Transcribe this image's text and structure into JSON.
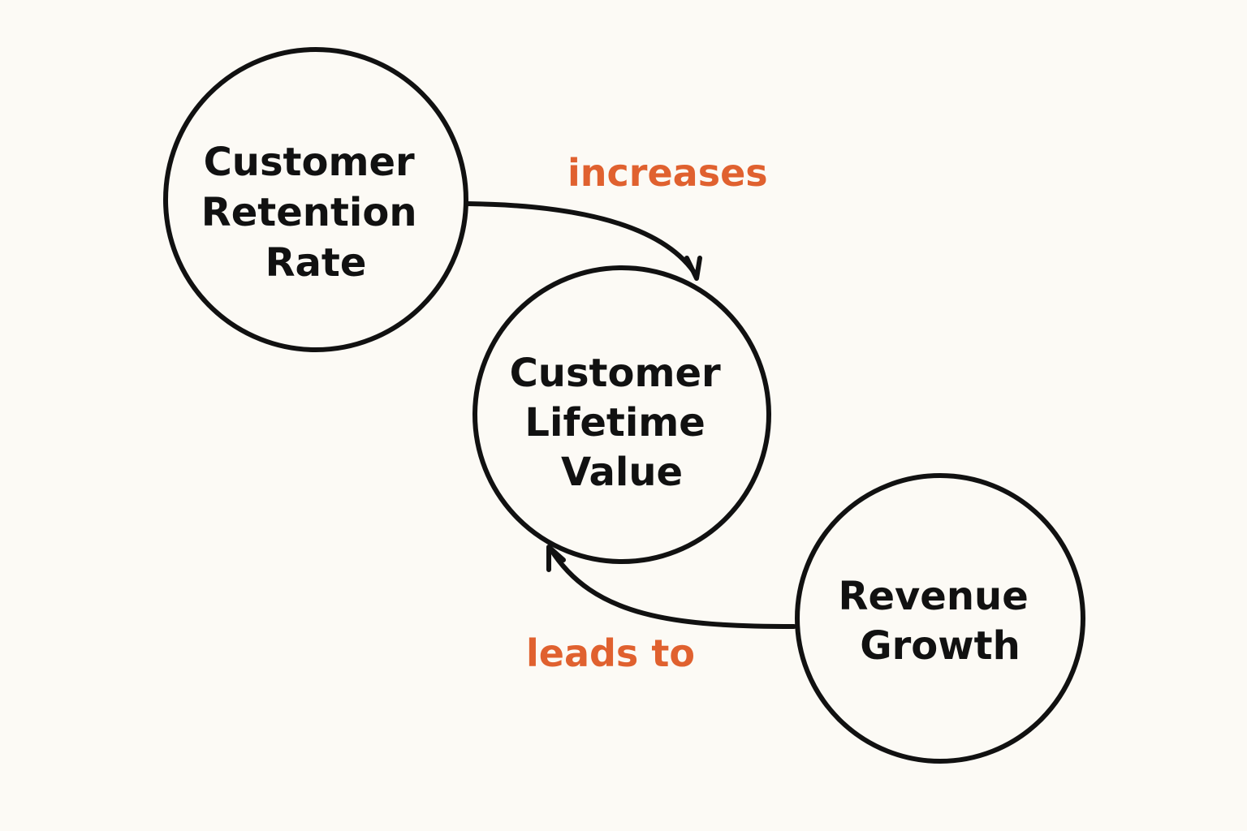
{
  "colors": {
    "background": "#fcfaf5",
    "stroke": "#111111",
    "text": "#111111",
    "accent": "#e0612f"
  },
  "nodes": [
    {
      "id": "retention",
      "lines": [
        "Customer",
        "Retention",
        "Rate"
      ]
    },
    {
      "id": "clv",
      "lines": [
        "Customer",
        "Lifetime",
        "Value"
      ]
    },
    {
      "id": "revenue",
      "lines": [
        "Revenue",
        "Growth"
      ]
    }
  ],
  "edges": [
    {
      "from": "retention",
      "to": "clv",
      "label": "increases"
    },
    {
      "from": "revenue",
      "to": "clv",
      "label": "leads to"
    }
  ]
}
